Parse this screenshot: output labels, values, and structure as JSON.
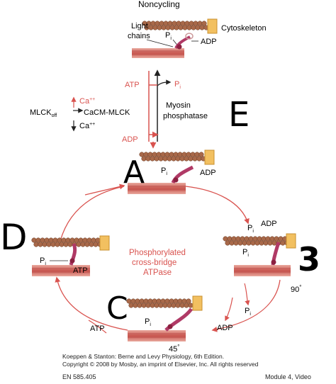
{
  "top": {
    "title": "Noncycling",
    "light_chains": "Light",
    "light_chains2": "chains",
    "pi": "P",
    "pi_sub": "i",
    "adp": "ADP",
    "cytoskeleton": "Cytoskeleton"
  },
  "regulation": {
    "atp": "ATP",
    "adp": "ADP",
    "pi": "P",
    "pi_sub": "i",
    "myosin": "Myosin",
    "phosphatase": "phosphatase",
    "mlck": "MLCK",
    "mlck_sub": "off",
    "cacm": "CaCM-MLCK",
    "ca_up": "Ca",
    "ca_up_sup": "++",
    "ca_down": "Ca",
    "ca_down_sup": "++"
  },
  "cycle": {
    "center1": "Phosphorylated",
    "center2": "cross-bridge",
    "center3": "ATPase",
    "state_a": {
      "pi": "P",
      "pi_sub": "i",
      "adp": "ADP"
    },
    "state_b": {
      "pi_top": "P",
      "pi_top_sub": "i",
      "adp": "ADP",
      "pi_low": "P",
      "pi_low_sub": "i",
      "angle": "90",
      "deg": "°"
    },
    "state_c": {
      "pi": "P",
      "pi_sub": "i",
      "angle": "45",
      "deg": "°"
    },
    "state_d": {
      "pi": "P",
      "pi_sub": "i",
      "atp": "ATP"
    },
    "out_adp": "ADP",
    "out_pi": "P",
    "out_pi_sub": "i",
    "in_atp": "ATP"
  },
  "handwritten": {
    "a": "A",
    "b": "3",
    "c": "C",
    "d": "D",
    "e": "E"
  },
  "credits": {
    "line1": "Koeppen & Stanton: Berne and Levy Physiology, 6th Edition.",
    "line2": "Copyright © 2008 by Mosby, an imprint of Elsevier, Inc. All rights reserved"
  },
  "footer": {
    "left": "EN 585.405",
    "right": "Module 4, Video"
  },
  "colors": {
    "arrow": "#d9534f",
    "bead": "#a8694a",
    "head": "#b03a66",
    "filament": "#c96a60",
    "block": "#f2c060"
  }
}
